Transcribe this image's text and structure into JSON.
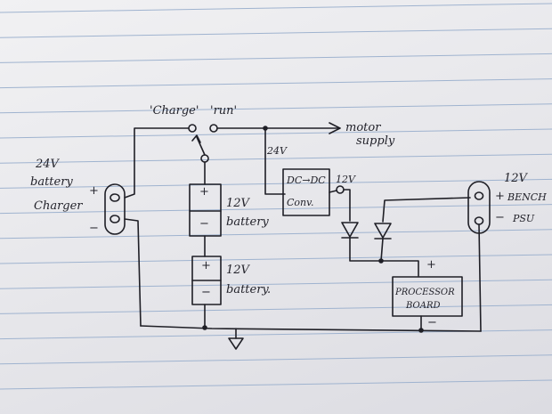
{
  "diagram": {
    "switch": {
      "label_charge": "'Charge'",
      "label_run": "'run'"
    },
    "motor": {
      "line1": "motor",
      "line2": "supply"
    },
    "rail_voltage": "24V",
    "converter": {
      "line1": "DC→DC",
      "line2": "Conv.",
      "output_voltage": "12V"
    },
    "charger": {
      "voltage": "24V",
      "line1": "battery",
      "line2": "Charger",
      "plus": "+",
      "minus": "−"
    },
    "battery_top": {
      "voltage": "12V",
      "label": "battery",
      "plus": "+",
      "minus": "−"
    },
    "battery_bottom": {
      "voltage": "12V",
      "label": "battery.",
      "plus": "+",
      "minus": "−"
    },
    "psu": {
      "voltage": "12V",
      "plus": "+",
      "label1": "BENCH",
      "minus": "−",
      "label2": "PSU"
    },
    "processor": {
      "line1": "PROCESSOR",
      "line2": "BOARD",
      "plus": "+",
      "minus": "−"
    }
  }
}
